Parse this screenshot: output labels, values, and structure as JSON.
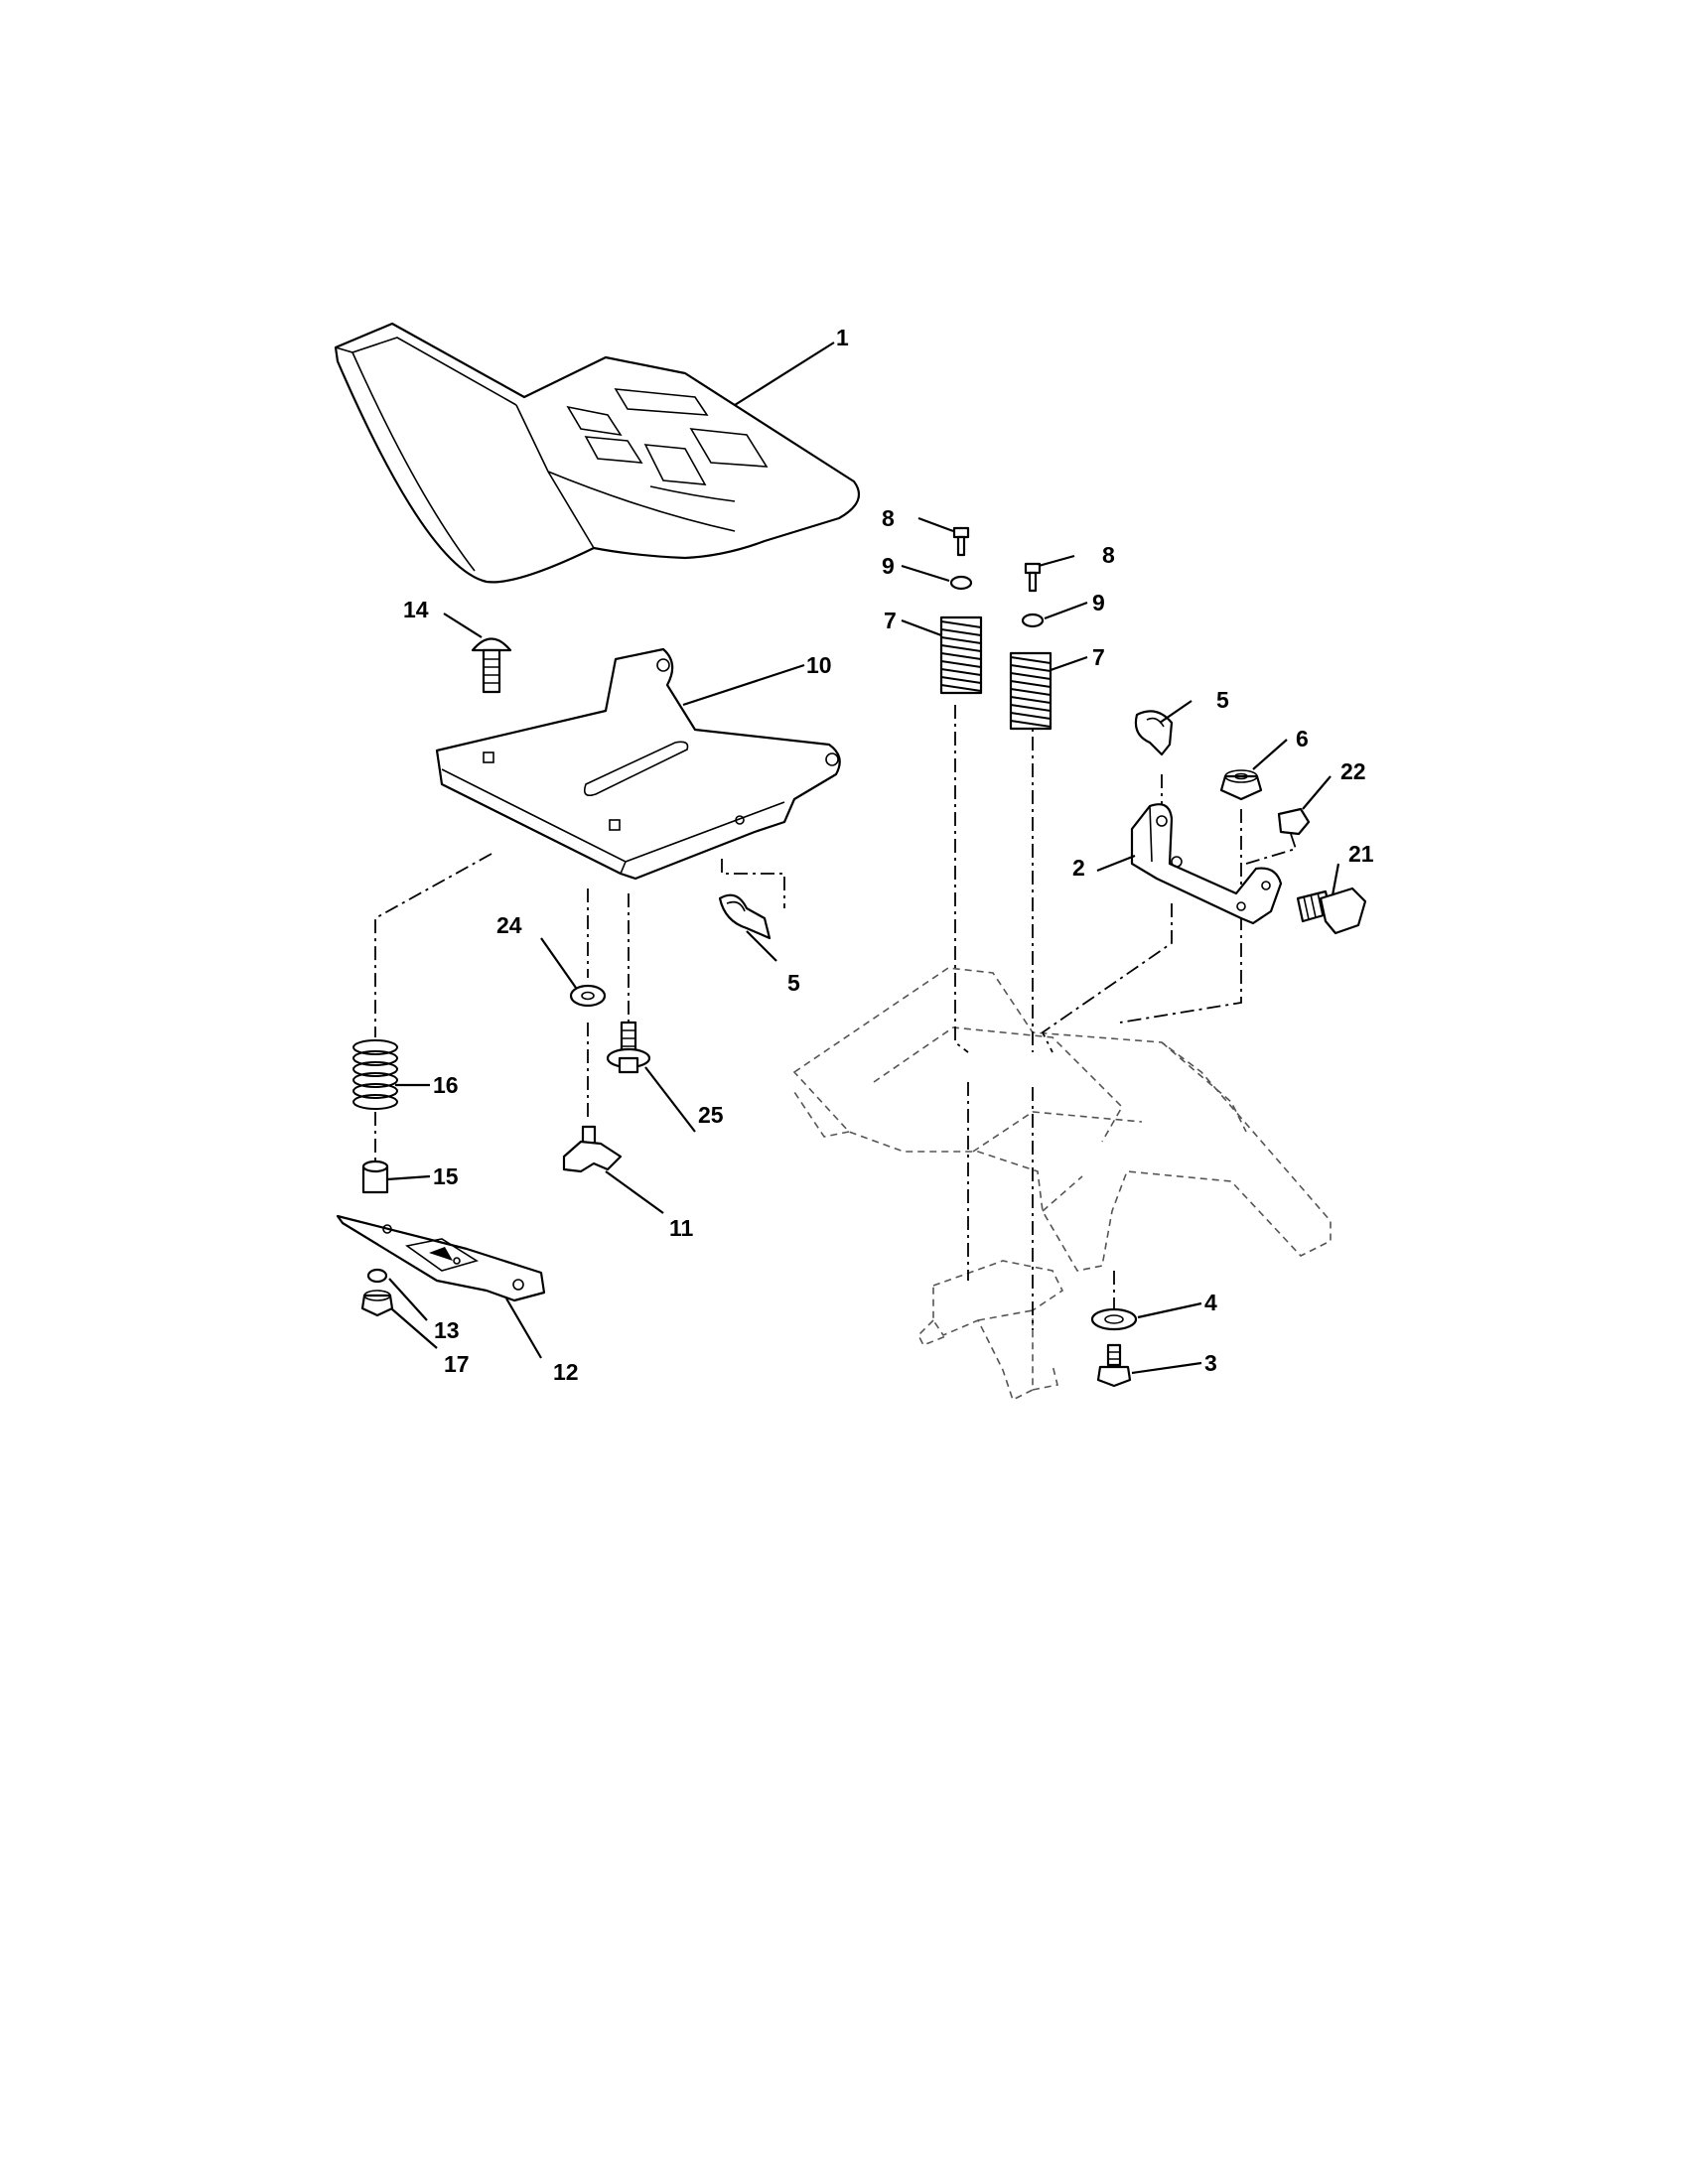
{
  "callouts": [
    {
      "key": "c1",
      "label": "1"
    },
    {
      "key": "c2",
      "label": "2"
    },
    {
      "key": "c3",
      "label": "3"
    },
    {
      "key": "c4",
      "label": "4"
    },
    {
      "key": "c5a",
      "label": "5"
    },
    {
      "key": "c5b",
      "label": "5"
    },
    {
      "key": "c6",
      "label": "6"
    },
    {
      "key": "c7a",
      "label": "7"
    },
    {
      "key": "c7b",
      "label": "7"
    },
    {
      "key": "c8a",
      "label": "8"
    },
    {
      "key": "c8b",
      "label": "8"
    },
    {
      "key": "c9a",
      "label": "9"
    },
    {
      "key": "c9b",
      "label": "9"
    },
    {
      "key": "c10",
      "label": "10"
    },
    {
      "key": "c11",
      "label": "11"
    },
    {
      "key": "c12",
      "label": "12"
    },
    {
      "key": "c13",
      "label": "13"
    },
    {
      "key": "c14",
      "label": "14"
    },
    {
      "key": "c15",
      "label": "15"
    },
    {
      "key": "c16",
      "label": "16"
    },
    {
      "key": "c17",
      "label": "17"
    },
    {
      "key": "c21",
      "label": "21"
    },
    {
      "key": "c22",
      "label": "22"
    },
    {
      "key": "c24",
      "label": "24"
    },
    {
      "key": "c25",
      "label": "25"
    }
  ]
}
